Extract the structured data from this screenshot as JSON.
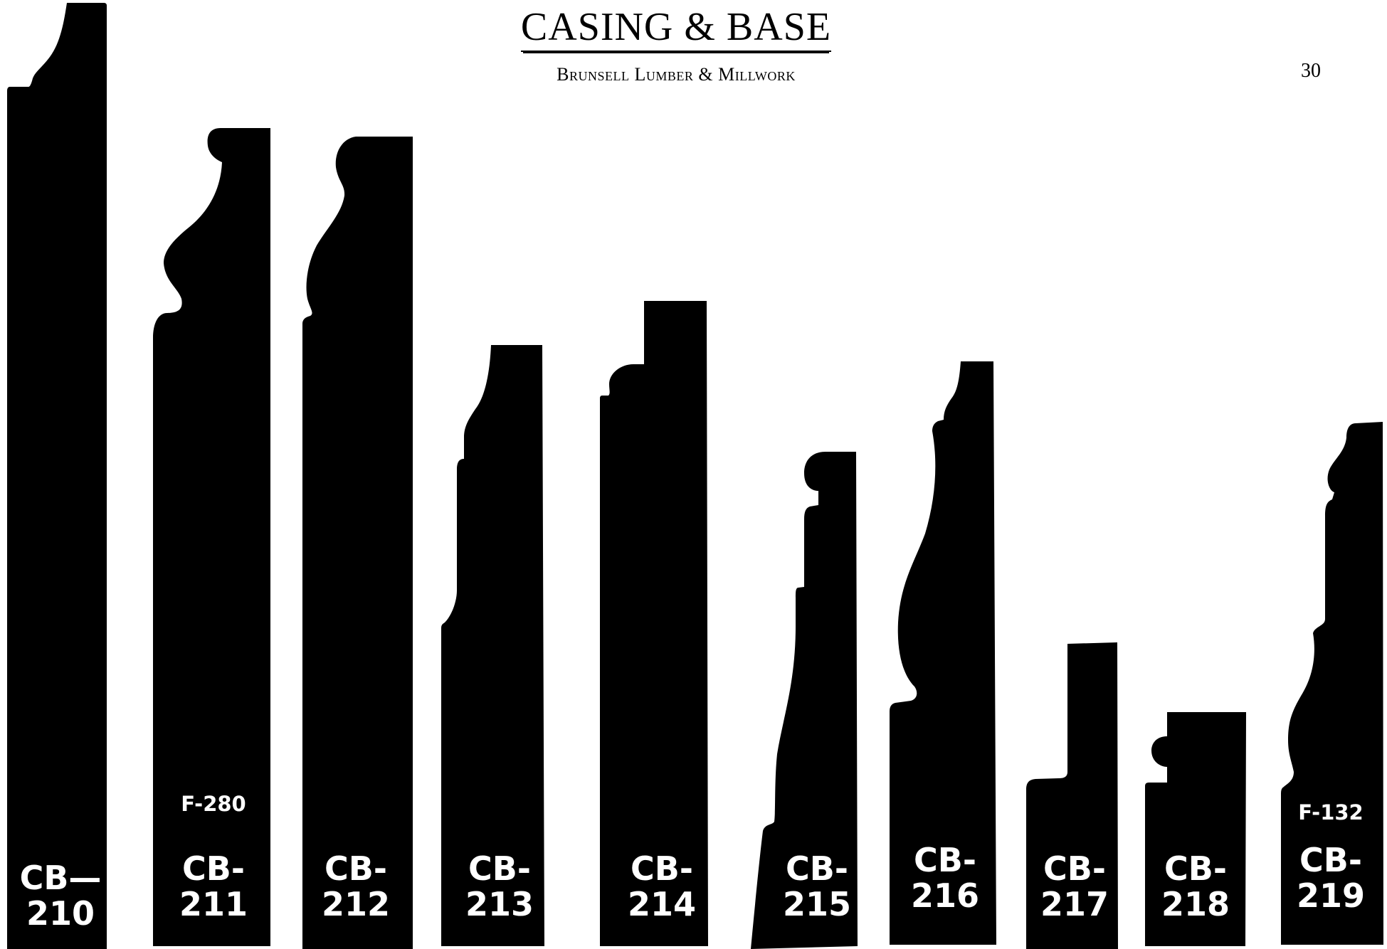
{
  "page": {
    "title": "CASING & BASE",
    "subtitle": "Brunsell Lumber & Millwork",
    "page_number": "30"
  },
  "profiles": [
    {
      "line1": "CB—",
      "line2": "210"
    },
    {
      "line1": "CB-",
      "line2": "211",
      "note": "F-280"
    },
    {
      "line1": "CB-",
      "line2": "212"
    },
    {
      "line1": "CB-",
      "line2": "213"
    },
    {
      "line1": "CB-",
      "line2": "214"
    },
    {
      "line1": "CB-",
      "line2": "215"
    },
    {
      "line1": "CB-",
      "line2": "216"
    },
    {
      "line1": "CB-",
      "line2": "217"
    },
    {
      "line1": "CB-",
      "line2": "218"
    },
    {
      "line1": "CB-",
      "line2": "219",
      "note": "F-132"
    }
  ]
}
